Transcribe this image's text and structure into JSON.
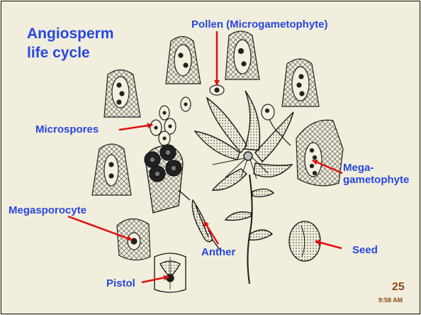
{
  "slide": {
    "title_lines": [
      "Angiosperm",
      "life cycle"
    ],
    "slide_number": "25",
    "time": "9:58 AM"
  },
  "labels": {
    "pollen": "Pollen (Microgametophyte)",
    "microspores": "Microspores",
    "mega_line1": "Mega-",
    "mega_line2": "gametophyte",
    "megasporocyte": "Megasporocyte",
    "anther": "Anther",
    "seed": "Seed",
    "pistol": "Pistol"
  },
  "colors": {
    "background": "#f1eedd",
    "label_text": "#2747e0",
    "arrow": "#e01010",
    "page_number": "#8a4a1a"
  }
}
